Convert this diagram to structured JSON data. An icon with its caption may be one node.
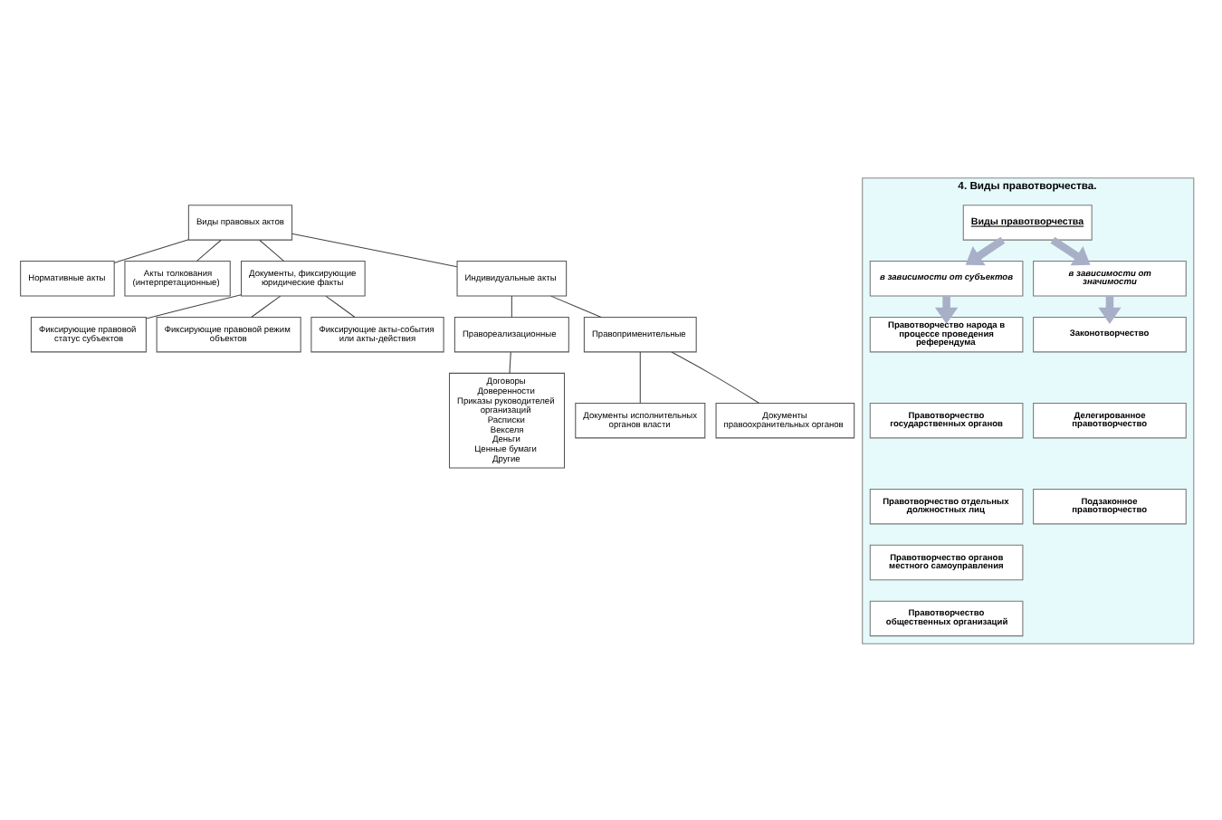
{
  "diagram": {
    "nodes": [
      {
        "text": [
          "Виды правовых актов"
        ]
      },
      {
        "text": [
          "Нормативные акты"
        ]
      },
      {
        "text": [
          "Акты толкования (интерпретационные)"
        ]
      },
      {
        "text": [
          "Документы, фиксирующие юридические факты"
        ]
      },
      {
        "text": [
          "Индивидуальные акты"
        ]
      },
      {
        "text": [
          "Правореализационные"
        ]
      },
      {
        "text": [
          "Правоприменительные"
        ]
      },
      {
        "text": [
          "Фиксирующие правовой статус субъектов"
        ]
      },
      {
        "text": [
          "Фиксирующие правовой режим объектов"
        ]
      },
      {
        "text": [
          "Фиксирующие акты-события или акты-действия"
        ]
      },
      {
        "text": [
          "Договоры",
          "Доверенности",
          "Приказы руководителей организаций",
          "Расписки",
          "Векселя",
          "Деньги",
          "Ценные бумаги",
          "Другие"
        ]
      },
      {
        "text": [
          "Документы исполнительных органов власти"
        ]
      },
      {
        "text": [
          "Документы правоохранительных органов"
        ]
      },
      {
        "text": [
          "4. Виды правотворчества."
        ]
      },
      {
        "text": [
          "Виды правотворчества"
        ],
        "in": 13
      },
      {
        "text": [
          "в зависимости от субъектов"
        ],
        "in": 13
      },
      {
        "text": [
          "в зависимости от значимости"
        ],
        "in": 13
      },
      {
        "text": [
          "Правотворчество народа в процессе проведения референдума"
        ],
        "in": 13
      },
      {
        "text": [
          "Правотворчество государственных органов"
        ],
        "in": 13
      },
      {
        "text": [
          "Правотворчество отдельных должностных лиц"
        ],
        "in": 13
      },
      {
        "text": [
          "Правотворчество органов местного самоуправления"
        ],
        "in": 13
      },
      {
        "text": [
          "Правотворчество общественных организаций"
        ],
        "in": 13
      },
      {
        "text": [
          "Законотворчество"
        ],
        "in": 13
      },
      {
        "text": [
          "Делегированное правотворчество"
        ],
        "in": 13
      },
      {
        "text": [
          "Подзаконное правотворчество"
        ],
        "in": 13
      }
    ],
    "edges": [
      {
        "from": 0,
        "to": 1,
        "arrow": "none"
      },
      {
        "from": 0,
        "to": 2,
        "arrow": "none"
      },
      {
        "from": 0,
        "to": 3,
        "arrow": "none"
      },
      {
        "from": 0,
        "to": 4,
        "arrow": "none"
      },
      {
        "from": 4,
        "to": 5,
        "arrow": "none"
      },
      {
        "from": 4,
        "to": 6,
        "arrow": "none"
      },
      {
        "from": 5,
        "to": 10,
        "arrow": "none"
      },
      {
        "from": 6,
        "to": 11,
        "arrow": "none"
      },
      {
        "from": 6,
        "to": 12,
        "arrow": "none"
      },
      {
        "from": 3,
        "to": 7,
        "arrow": "none"
      },
      {
        "from": 3,
        "to": 8,
        "arrow": "none"
      },
      {
        "from": 3,
        "to": 9,
        "arrow": "none"
      },
      {
        "from": 14,
        "to": 15,
        "arrow": "to",
        "style": "thick",
        "color": "#a8b0c8"
      },
      {
        "from": 14,
        "to": 16,
        "arrow": "to",
        "style": "thick",
        "color": "#a8b0c8"
      },
      {
        "from": 15,
        "to": 17,
        "arrow": "to",
        "style": "thick",
        "color": "#a8b0c8"
      },
      {
        "from": 16,
        "to": 22,
        "arrow": "to",
        "style": "thick",
        "color": "#a8b0c8"
      }
    ]
  }
}
